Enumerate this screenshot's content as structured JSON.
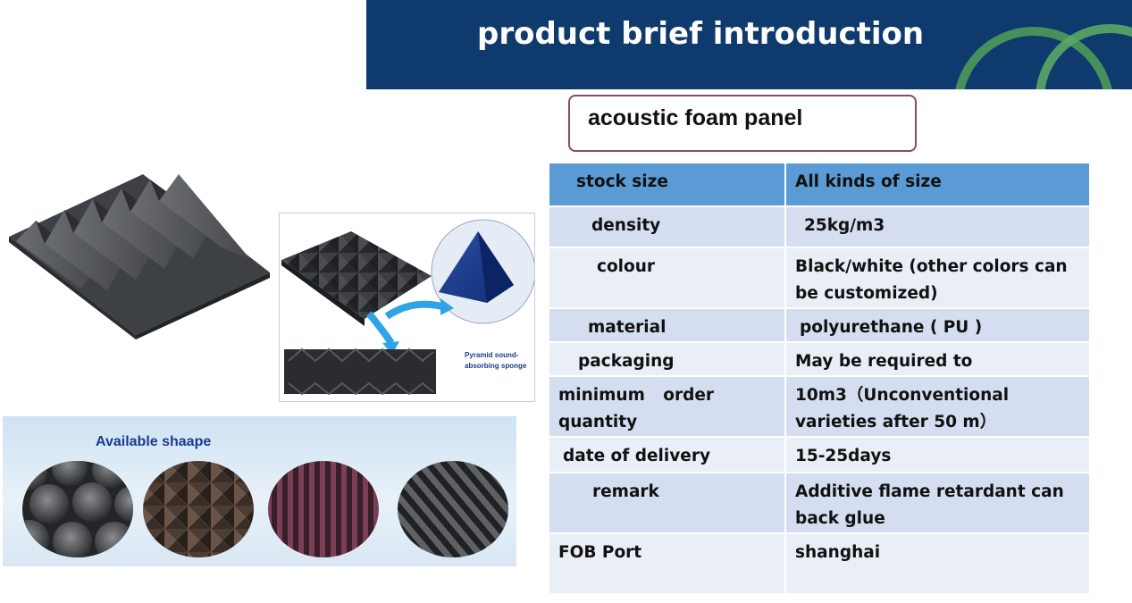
{
  "header": {
    "title": "product brief introduction"
  },
  "product": {
    "name": "acoustic foam panel"
  },
  "specs": [
    {
      "key": "stock size",
      "value": "All kinds of size",
      "indent": 30,
      "height": 48,
      "style": "h"
    },
    {
      "key": "density",
      "value": "25kg/m3",
      "indent": 47,
      "vindent": 10,
      "height": 46,
      "style": "a"
    },
    {
      "key": "colour",
      "value": "Black/white (other colors can be customized)",
      "indent": 53,
      "height": 68,
      "style": "b"
    },
    {
      "key": "material",
      "value": "polyurethane ( PU )",
      "indent": 43,
      "vindent": 5,
      "height": 38,
      "style": "a"
    },
    {
      "key": "packaging",
      "value": "May be required to",
      "indent": 32,
      "height": 38,
      "style": "b"
    },
    {
      "key": "minimum order quantity",
      "value": "10m3（Unconventional varieties after 50 m）",
      "indent": 10,
      "height": 66,
      "style": "a"
    },
    {
      "key": "date of delivery",
      "value": "15-25days",
      "indent": 15,
      "height": 40,
      "style": "b"
    },
    {
      "key": "remark",
      "value": "Additive flame retardant can back glue",
      "indent": 48,
      "height": 68,
      "style": "a"
    },
    {
      "key": "FOB Port",
      "value": "shanghai",
      "indent": 10,
      "height": 68,
      "style": "b"
    }
  ],
  "pyramid_figure": {
    "caption": "Pyramid sound-absorbing sponge"
  },
  "available_shapes": {
    "label": "Available shaape"
  },
  "colors": {
    "banner": "#0f3a6d",
    "table_header": "#5b9bd5",
    "table_row_a": "#d5def0",
    "table_row_b": "#e9eef7",
    "ring": "#4e9a5a"
  }
}
